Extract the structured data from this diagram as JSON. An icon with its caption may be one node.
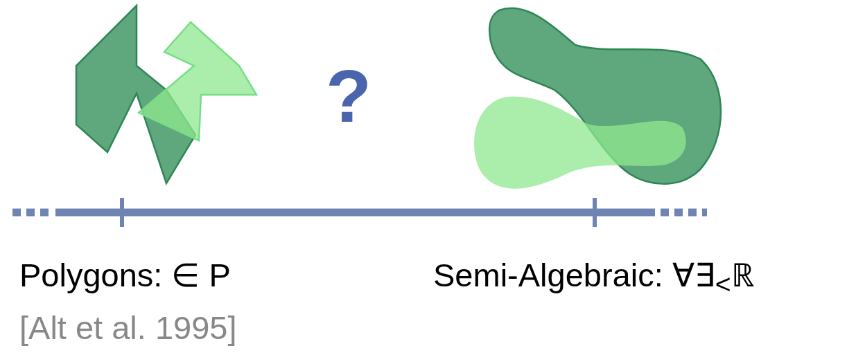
{
  "diagram": {
    "labels": [
      "?",
      "Polygons: ∈ P",
      "Semi-Algebraic: ∀∃$_{<}$ℝ",
      "[Alt et al. 1995]"
    ]
  }
}
